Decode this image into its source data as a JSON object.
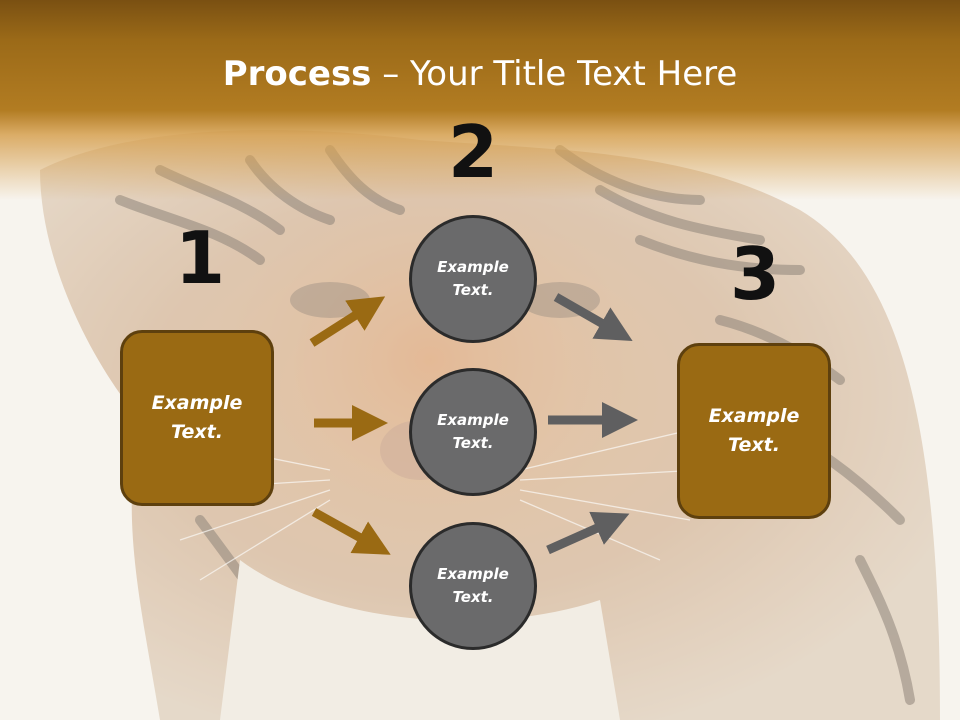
{
  "title": {
    "bold": "Process",
    "rest": " – Your Title Text Here"
  },
  "steps": {
    "one": {
      "number": "1",
      "text": "Example\nText."
    },
    "two": {
      "number": "2"
    },
    "three": {
      "number": "3",
      "text": "Example\nText."
    }
  },
  "circles": [
    {
      "text": "Example\nText."
    },
    {
      "text": "Example\nText."
    },
    {
      "text": "Example\nText."
    }
  ],
  "colors": {
    "header": "#9b6a18",
    "box_fill": "#9a6a13",
    "box_border": "#5e400e",
    "circle_fill": "#6a6a6b",
    "circle_border": "#2b2b2b",
    "arrow_brown": "#9a6a13",
    "arrow_gray": "#5f5f60",
    "number_color": "#111111"
  },
  "icons": {
    "background": "tiger-photo",
    "connectors": "arrow-icon"
  }
}
